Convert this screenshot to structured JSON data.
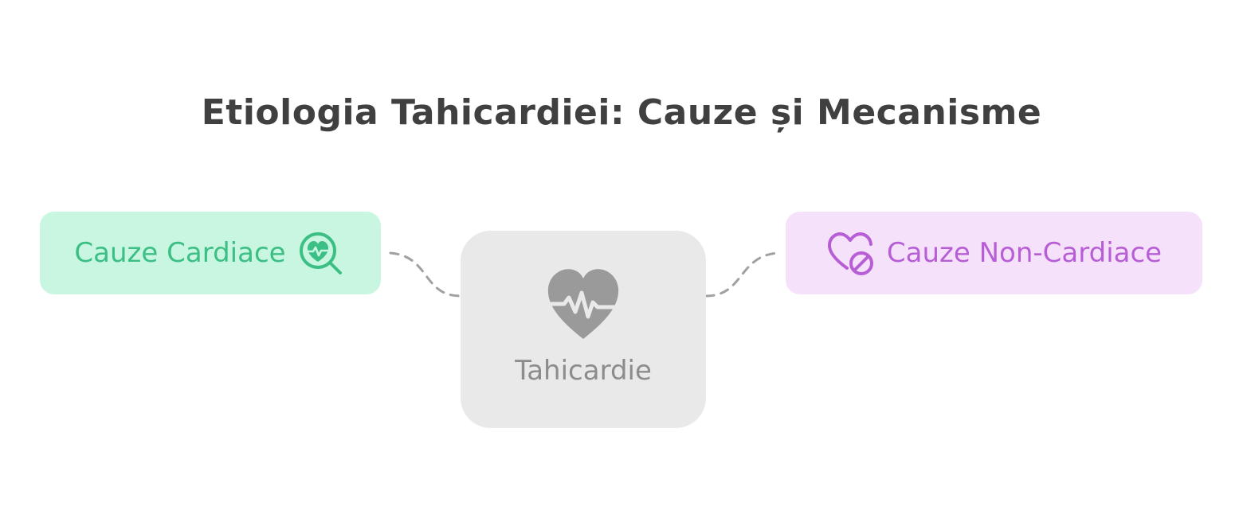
{
  "title": "Etiologia Tahicardiei: Cauze și Mecanisme",
  "center": {
    "label": "Tahicardie",
    "icon": "heart-pulse-icon",
    "bg_color": "#e9e9e9",
    "text_color": "#8c8c8c"
  },
  "left": {
    "label": "Cauze Cardiace",
    "icon": "heart-search-icon",
    "bg_color": "#c8f6e0",
    "text_color": "#3cbf84"
  },
  "right": {
    "label": "Cauze Non-Cardiace",
    "icon": "heart-off-icon",
    "bg_color": "#f5e2fa",
    "text_color": "#b75ed6"
  },
  "connector_color": "#a0a0a0"
}
